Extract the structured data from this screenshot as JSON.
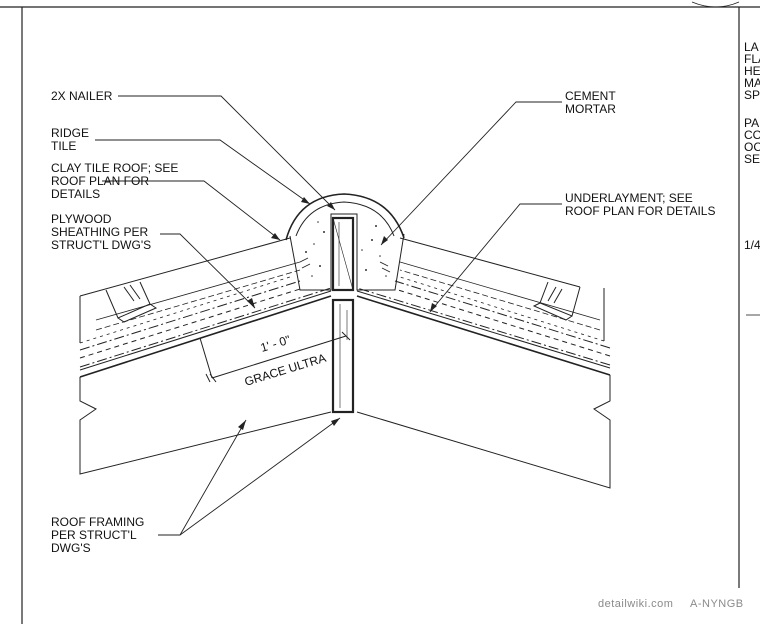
{
  "labels": {
    "nailer": "2X NAILER",
    "ridge_tile": "RIDGE\nTILE",
    "clay_tile": "CLAY TILE ROOF; SEE\nROOF PLAN FOR\nDETAILS",
    "plywood": "PLYWOOD\nSHEATHING PER\nSTRUCT'L DWG'S",
    "cement": "CEMENT\nMORTAR",
    "underlayment": "UNDERLAYMENT; SEE\nROOF PLAN FOR DETAILS",
    "framing": "ROOF FRAMING\nPER STRUCT'L\nDWG'S",
    "dimension": "1' - 0\"",
    "grace": "GRACE ULTRA"
  },
  "side_notes": {
    "block1": "LA\nFLA\nHE\nMA\nSP",
    "block2": "PA\nCO\nOC\nSE",
    "scale": "1/4"
  },
  "watermark": {
    "site": "detailwiki.com",
    "code": "A-NYNGB"
  }
}
